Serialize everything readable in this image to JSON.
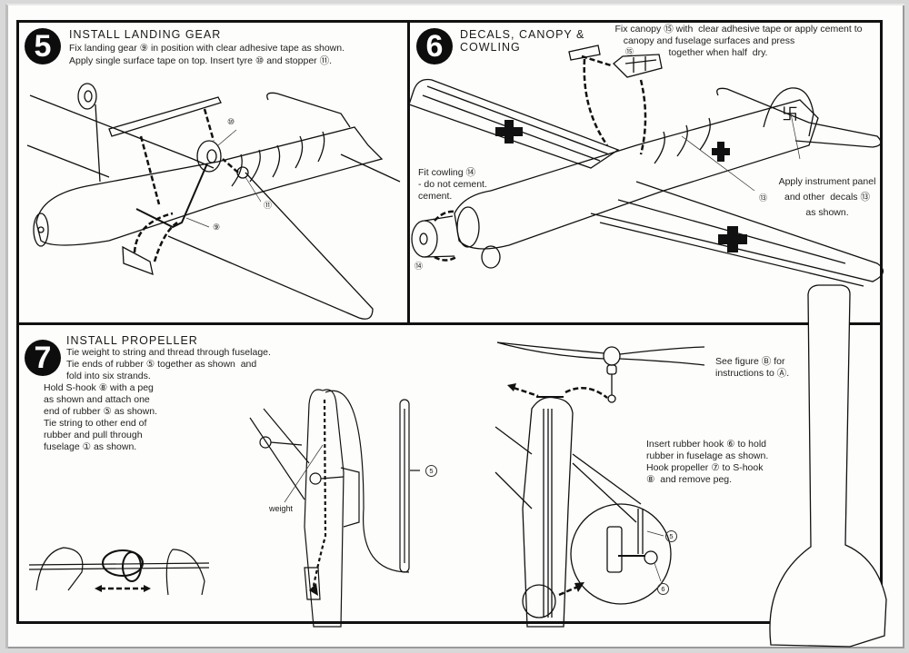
{
  "step5": {
    "number": "5",
    "title": "INSTALL LANDING GEAR",
    "instructions": [
      "Fix landing gear ⑨ in position with clear adhesive tape as shown.",
      "Apply single surface tape on top. Insert tyre ⑩ and stopper ⑪."
    ],
    "callouts": {
      "landing_gear": "⑨",
      "tyre": "⑩",
      "stopper": "⑪"
    }
  },
  "step6": {
    "number": "6",
    "title_line1": "DECALS, CANOPY &",
    "title_line2": "COWLING",
    "canopy_instructions": [
      "Fix canopy ⑮ with  clear adhesive tape or apply cement to",
      "canopy and fuselage surfaces and press",
      "together when half  dry."
    ],
    "cowling_instructions": [
      "Fit cowling ⑭",
      "- do not cement.",
      "cement."
    ],
    "decal_instructions": [
      "Apply instrument panel",
      "and other  decals ⑬",
      "as shown."
    ],
    "callouts": {
      "canopy": "⑮",
      "decals": "⑬",
      "cowling": "⑭"
    }
  },
  "step7": {
    "number": "7",
    "title": "INSTALL PROPELLER",
    "instructions_top": [
      "Tie weight to string and thread through fuselage.",
      "Tie ends of rubber ⑤ together as shown  and",
      "fold into six strands."
    ],
    "instructions_left": [
      "Hold S-hook ⑧ with a peg",
      "as shown and attach one",
      "end of rubber ⑤ as shown.",
      "Tie string to other end of",
      "rubber and pull through",
      "fuselage ① as shown."
    ],
    "see_figure": [
      "See figure Ⓑ for",
      "instructions to Ⓐ."
    ],
    "hook_instructions": [
      "Insert rubber hook ⑥ to hold",
      "rubber in fuselage as shown.",
      "Hook propeller ⑦ to S-hook",
      "⑧  and remove peg."
    ],
    "labels": {
      "weight": "weight",
      "rubber": "5",
      "rubber_detail": "5",
      "hook_detail": "6"
    }
  }
}
